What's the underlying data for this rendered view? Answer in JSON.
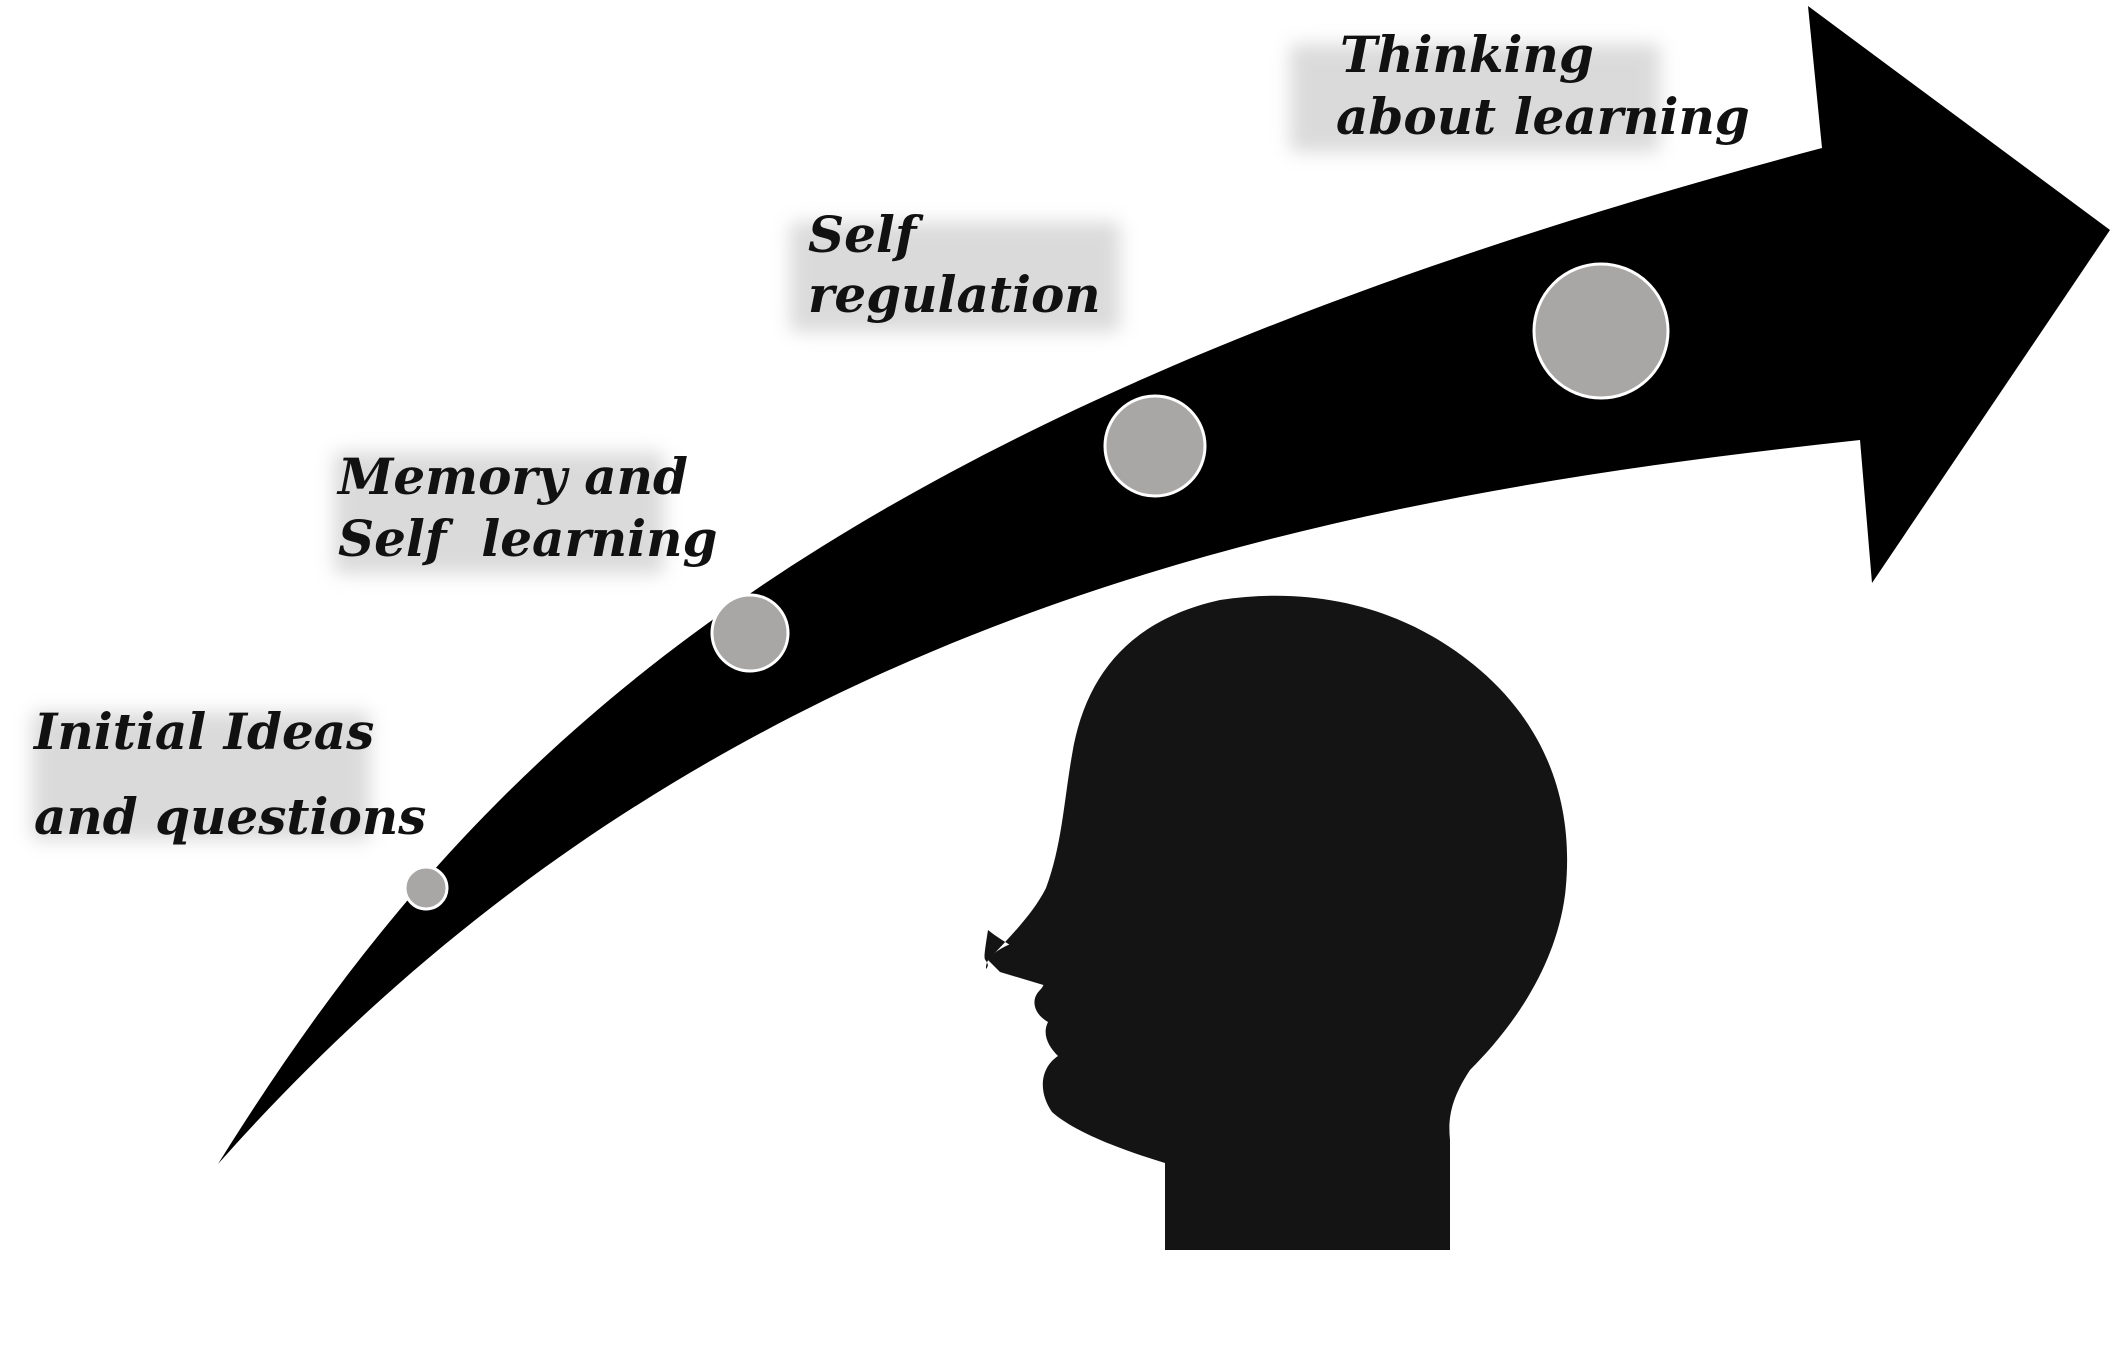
{
  "diagram": {
    "colors": {
      "arrow": "#000000",
      "head": "#141414",
      "dot_fill": "#a9a6a6",
      "dot_stroke": "#ffffff",
      "text": "#111111",
      "label_shadow": "#bdbdbd"
    },
    "icons": [
      "curved-arrow-icon",
      "human-head-silhouette-icon"
    ],
    "stages": [
      {
        "line1": "Initial Ideas",
        "line2": "and questions"
      },
      {
        "line1": "Memory and",
        "line2": "Self  learning"
      },
      {
        "line1": "Self",
        "line2": "regulation"
      },
      {
        "line1": "Thinking",
        "line2": "about learning"
      }
    ]
  }
}
